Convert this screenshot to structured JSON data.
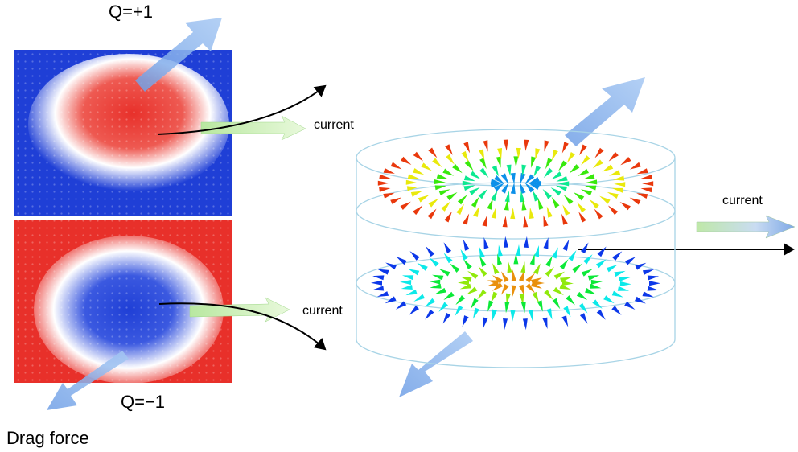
{
  "labels": {
    "q_top": "Q=+1",
    "q_bottom": "Q=−1",
    "drag_force": "Drag force",
    "current_top_panel": "current",
    "current_bottom_panel": "current",
    "current_bilayer": "current"
  },
  "colors": {
    "blue_domain": "#1f3fd6",
    "red_domain": "#e8302a",
    "drag_arrow": "#8fb5ee",
    "current_arrow": "#c9f0b0",
    "cylinder_outline": "#a8d4e6"
  }
}
